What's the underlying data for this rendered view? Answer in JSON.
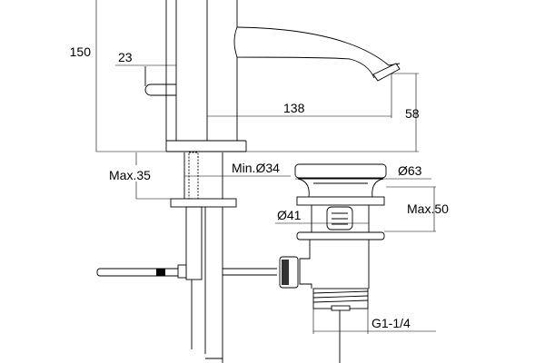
{
  "drawing": {
    "dimensions": {
      "height_total": "150",
      "lever_offset": "23",
      "spout_reach": "138",
      "spout_height": "58",
      "deck_thickness": "Max.35",
      "hole_diameter": "Min.Ø34",
      "cap_diameter": "Ø63",
      "waste_hole": "Ø41",
      "basin_thickness": "Max.50",
      "thread": "G1-1/4"
    }
  }
}
